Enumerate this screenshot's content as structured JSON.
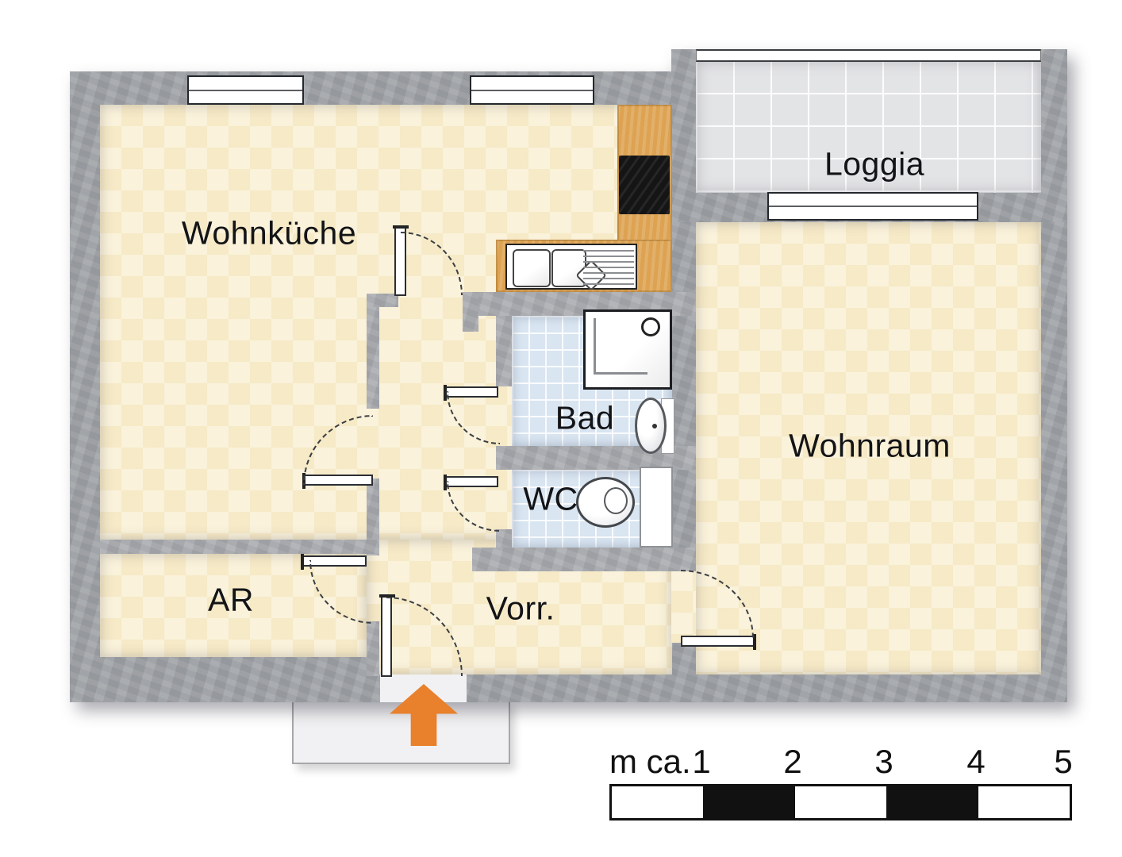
{
  "plan_type": "apartment-floor-plan",
  "rooms": {
    "wohnkueche": {
      "label": "Wohnküche"
    },
    "loggia": {
      "label": "Loggia"
    },
    "wohnraum": {
      "label": "Wohnraum"
    },
    "bad": {
      "label": "Bad"
    },
    "wc": {
      "label": "WC"
    },
    "ar": {
      "label": "AR"
    },
    "vorr": {
      "label": "Vorr."
    }
  },
  "entrance": {
    "arrow_icon": "arrow-up"
  },
  "fixtures": {
    "kitchen": [
      "double-sink-with-drainboard",
      "cooktop",
      "counter"
    ],
    "bad": [
      "shower",
      "washbasin"
    ],
    "wc": [
      "toilet",
      "cistern"
    ]
  },
  "scale_bar": {
    "unit_label": "m ca.",
    "ticks": [
      "1",
      "2",
      "3",
      "4",
      "5"
    ],
    "segment_colors": [
      "white",
      "black",
      "white",
      "black",
      "white"
    ]
  },
  "colors": {
    "wall_gray": "#9da0a4",
    "floor_cream": "#faf2da",
    "floor_loggia": "#e3e4e6",
    "floor_bath": "#d9e5f1",
    "counter_orange": "#dda352",
    "cooktop_black": "#151515",
    "arrow_orange": "#e8802c"
  }
}
